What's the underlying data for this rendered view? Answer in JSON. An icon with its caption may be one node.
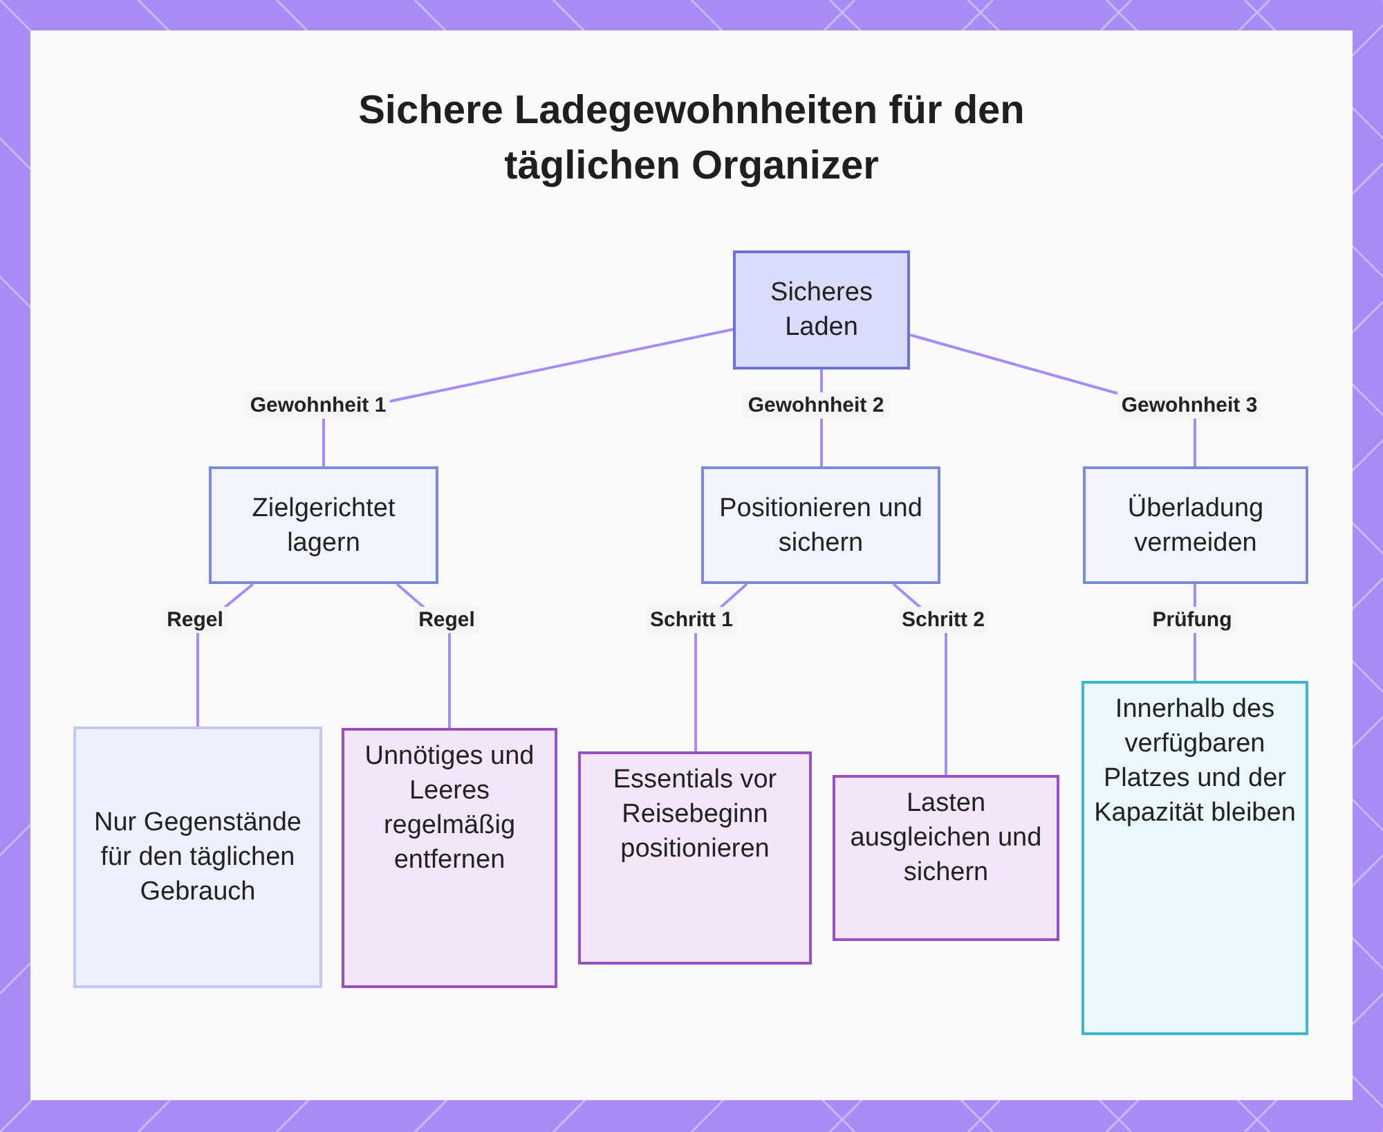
{
  "diagram": {
    "title": "Sichere Ladegewohnheiten für den täglichen Organizer",
    "nodes": [
      {
        "text": [
          "Sicheres Laden"
        ]
      },
      {
        "text": [
          "Zielgerichtet lagern"
        ]
      },
      {
        "text": [
          "Positionieren und sichern"
        ]
      },
      {
        "text": [
          "Überladung vermeiden"
        ]
      },
      {
        "text": [
          "Nur Gegenstände für den täglichen Gebrauch"
        ]
      },
      {
        "text": [
          "Unnötiges und Leeres regelmäßig entfernen"
        ]
      },
      {
        "text": [
          "Essentials vor Reisebeginn positionieren"
        ]
      },
      {
        "text": [
          "Lasten ausgleichen und sichern"
        ]
      },
      {
        "text": [
          "Innerhalb des verfügbaren Platzes und der Kapazität bleiben"
        ]
      }
    ],
    "edges": [
      {
        "from": 0,
        "to": 1,
        "arrow": "none",
        "label": "Gewohnheit 1"
      },
      {
        "from": 0,
        "to": 2,
        "arrow": "none",
        "label": "Gewohnheit 2"
      },
      {
        "from": 0,
        "to": 3,
        "arrow": "none",
        "label": "Gewohnheit 3"
      },
      {
        "from": 1,
        "to": 4,
        "arrow": "none",
        "label": "Regel"
      },
      {
        "from": 1,
        "to": 5,
        "arrow": "none",
        "label": "Regel"
      },
      {
        "from": 2,
        "to": 6,
        "arrow": "none",
        "label": "Schritt 1"
      },
      {
        "from": 2,
        "to": 7,
        "arrow": "none",
        "label": "Schritt 2"
      },
      {
        "from": 3,
        "to": 8,
        "arrow": "none",
        "label": "Prüfung"
      }
    ]
  }
}
